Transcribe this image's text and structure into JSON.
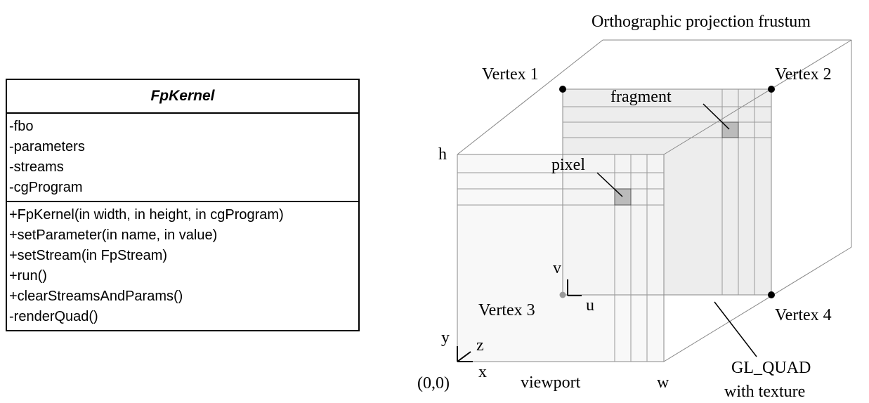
{
  "class_box": {
    "name": "FpKernel",
    "attributes": [
      "-fbo",
      "-parameters",
      "-streams",
      "-cgProgram"
    ],
    "operations": [
      "+FpKernel(in width, in height, in cgProgram)",
      "+setParameter(in name, in value)",
      "+setStream(in FpStream)",
      "+run()",
      "+clearStreamsAndParams()",
      "-renderQuad()"
    ]
  },
  "diagram": {
    "title": "Orthographic projection frustum",
    "vertex1": "Vertex 1",
    "vertex2": "Vertex 2",
    "vertex3": "Vertex 3",
    "vertex4": "Vertex 4",
    "fragment": "fragment",
    "pixel": "pixel",
    "h": "h",
    "w": "w",
    "v": "v",
    "u": "u",
    "y": "y",
    "z": "z",
    "x": "x",
    "origin": "(0,0)",
    "viewport": "viewport",
    "quad_line1": "GL_QUAD",
    "quad_line2": "with texture"
  }
}
